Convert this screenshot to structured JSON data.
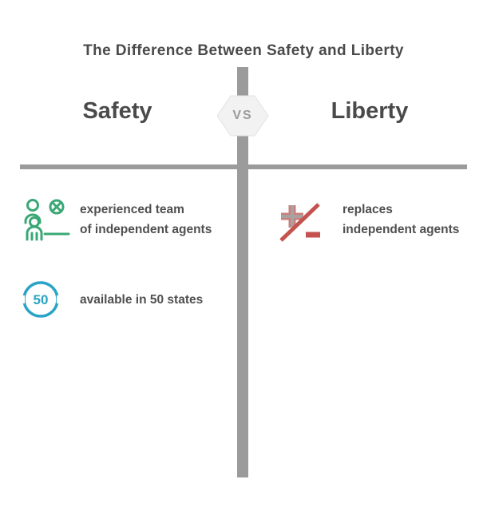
{
  "title": "The Difference Between Safety and Liberty",
  "vs_badge_label": "VS",
  "columns": {
    "left": {
      "heading": "Safety",
      "items": [
        {
          "icon": "people-badge-icon",
          "line1": "experienced team",
          "line2": "of independent agents"
        },
        {
          "icon": "circle-50-icon",
          "badge_text": "50",
          "line1": "available in 50 states"
        }
      ]
    },
    "right": {
      "heading": "Liberty",
      "items": [
        {
          "icon": "plus-minus-slash-icon",
          "line1": "replaces",
          "line2": "independent agents"
        }
      ]
    }
  },
  "colors": {
    "text": "#4a4a4a",
    "divider": "#9b9b9b",
    "green": "#3aa876",
    "teal": "#2aa4c6",
    "red": "#c4524e",
    "badge_fill": "#f2f2f2"
  }
}
